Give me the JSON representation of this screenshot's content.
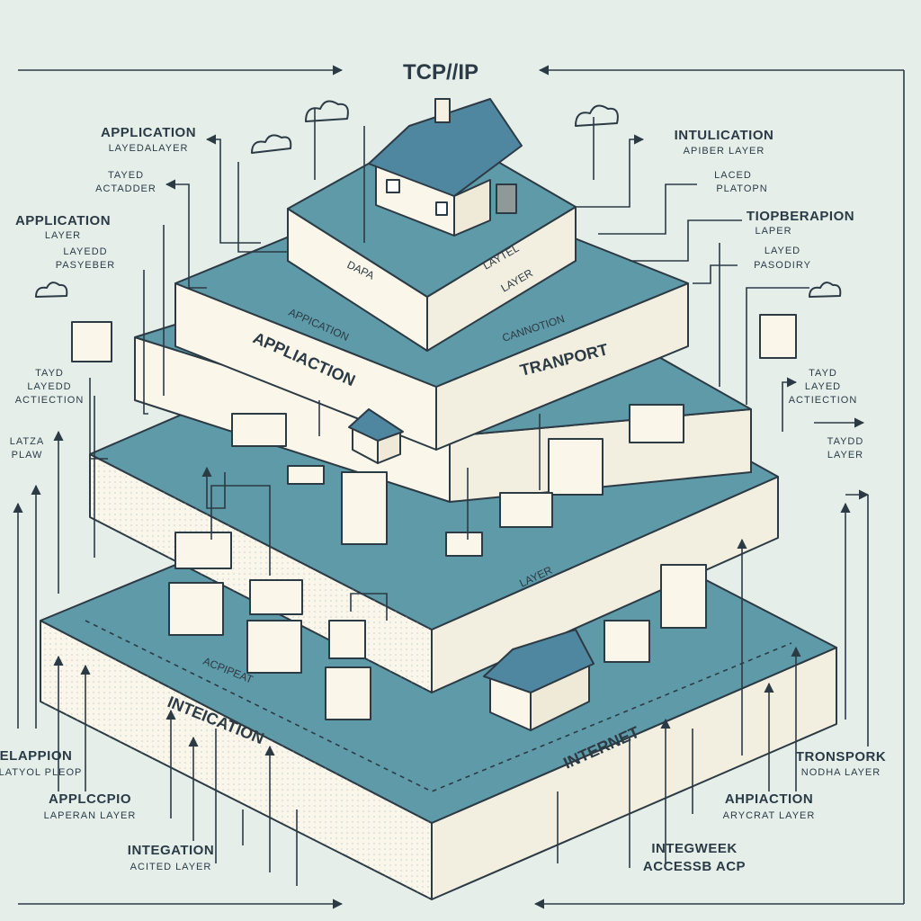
{
  "title": "TCP//IP",
  "left_labels": [
    {
      "main": "APPLICATION",
      "sub": "LAYEDALAYER"
    },
    {
      "main": "TAYED",
      "sub": "ACTADDER"
    },
    {
      "main": "APPLICATION",
      "sub": "LAYER"
    },
    {
      "main": "LAYEDD",
      "sub": "PASYEBER"
    },
    {
      "main": "TAYD",
      "sub": "LAYEDD"
    },
    {
      "main": "ACTIECTION",
      "sub": ""
    },
    {
      "main": "LATZA",
      "sub": "PLAW"
    },
    {
      "main": "ELAPPION",
      "sub": "LATYOL PLEOP"
    },
    {
      "main": "APPLCCPIO",
      "sub": "LAPERAN LAYER"
    },
    {
      "main": "INTEGATION",
      "sub": "ACITED LAYER"
    }
  ],
  "right_labels": [
    {
      "main": "INTULICATION",
      "sub": "APIBER LAYER"
    },
    {
      "main": "LACED",
      "sub": "PLATOPN"
    },
    {
      "main": "TIOPBERAPION",
      "sub": "LAPER"
    },
    {
      "main": "LAYED",
      "sub": "PASODIRY"
    },
    {
      "main": "TAYD",
      "sub": "LAYED"
    },
    {
      "main": "ACTIECTION",
      "sub": ""
    },
    {
      "main": "TAYDD",
      "sub": "LAYER"
    },
    {
      "main": "TRONSPORK",
      "sub": "NODHA LAYER"
    },
    {
      "main": "AHPIACTION",
      "sub": "ARYCRAT LAYER"
    },
    {
      "main": "INTEGWEEK",
      "sub": "ACCESSB ACP"
    }
  ],
  "tiers": {
    "top": {
      "left": "DAPA",
      "right": "LAYER",
      "center": "LAYTEL"
    },
    "second": {
      "left": "APPICATION",
      "right": "CANNOTION"
    },
    "third": {
      "left": "APPLIACTION",
      "right": "TRANPORT"
    },
    "fourth": {
      "center": "LAYER"
    },
    "base": {
      "left": "INTEICATION",
      "right": "INTERNET",
      "ribbon": "ACPIPEAT"
    }
  }
}
